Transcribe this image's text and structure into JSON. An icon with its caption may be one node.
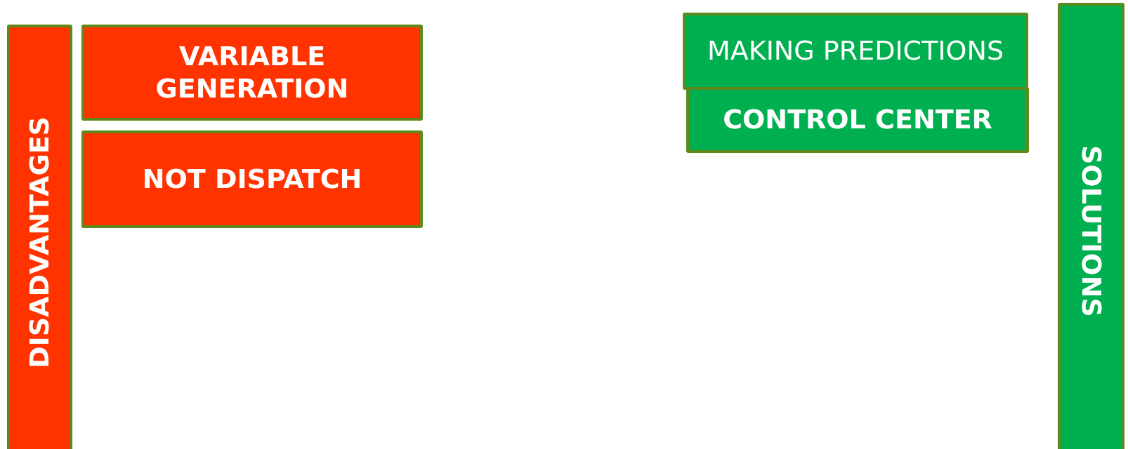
{
  "diagram": {
    "nodes": [
      {
        "text": [
          "DISADVANTAGES"
        ]
      },
      {
        "text": [
          "VARIABLE GENERATION"
        ]
      },
      {
        "text": [
          "NOT DISPATCH"
        ]
      },
      {
        "text": [
          "MAKING PREDICTIONS"
        ]
      },
      {
        "text": [
          "CONTROL CENTER"
        ]
      },
      {
        "text": [
          "SOLUTIONS"
        ]
      }
    ]
  }
}
